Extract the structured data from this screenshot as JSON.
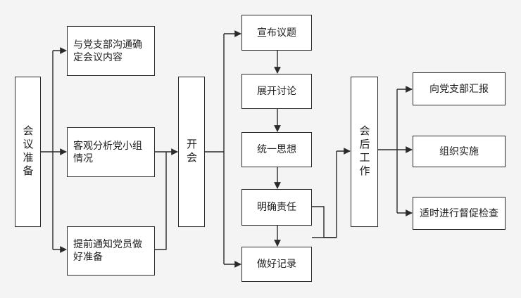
{
  "nodes": {
    "meeting_prep": "会议准备",
    "confirm_content": "与党支部沟通确定会议内容",
    "analyze_group": "客观分析党小组情况",
    "notify_members": "提前通知党员做好准备",
    "hold_meeting": "开会",
    "announce_topic": "宣布议题",
    "discussion": "展开讨论",
    "unify_thinking": "统一思想",
    "clarify_duty": "明确责任",
    "record": "做好记录",
    "post_meeting": "会后工作",
    "report": "向党支部汇报",
    "implement": "组织实施",
    "supervise": "适时进行督促检查"
  },
  "colors": {
    "line": "#2b2b2b",
    "box_border": "#2b2b2b",
    "box_fill": "#ffffff",
    "background": "#f4f4f4"
  }
}
